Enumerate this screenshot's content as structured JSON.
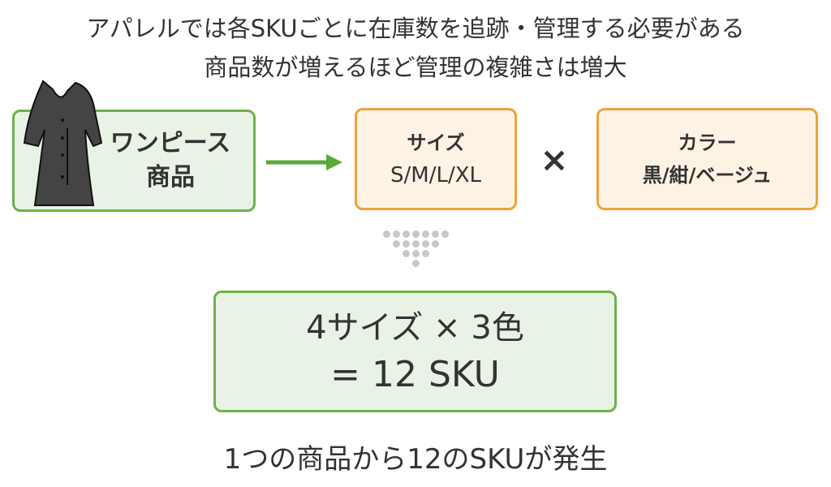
{
  "title": {
    "line1": "アパレルでは各SKUごとに在庫数を追跡・管理する必要がある",
    "line2": "商品数が増えるほど管理の複雑さは増大"
  },
  "product": {
    "line1": "ワンピース",
    "line2": "商品",
    "icon": "dress-icon"
  },
  "size": {
    "label": "サイズ",
    "values": "S/M/L/XL"
  },
  "times": "×",
  "color": {
    "label": "カラー",
    "values": "黒/紺/ベージュ"
  },
  "result": {
    "line1": "4サイズ × 3色",
    "line2": "= 12 SKU"
  },
  "footer": "1つの商品から12のSKUが発生",
  "colors": {
    "green": "#6db34a",
    "orange": "#f0a23c"
  }
}
